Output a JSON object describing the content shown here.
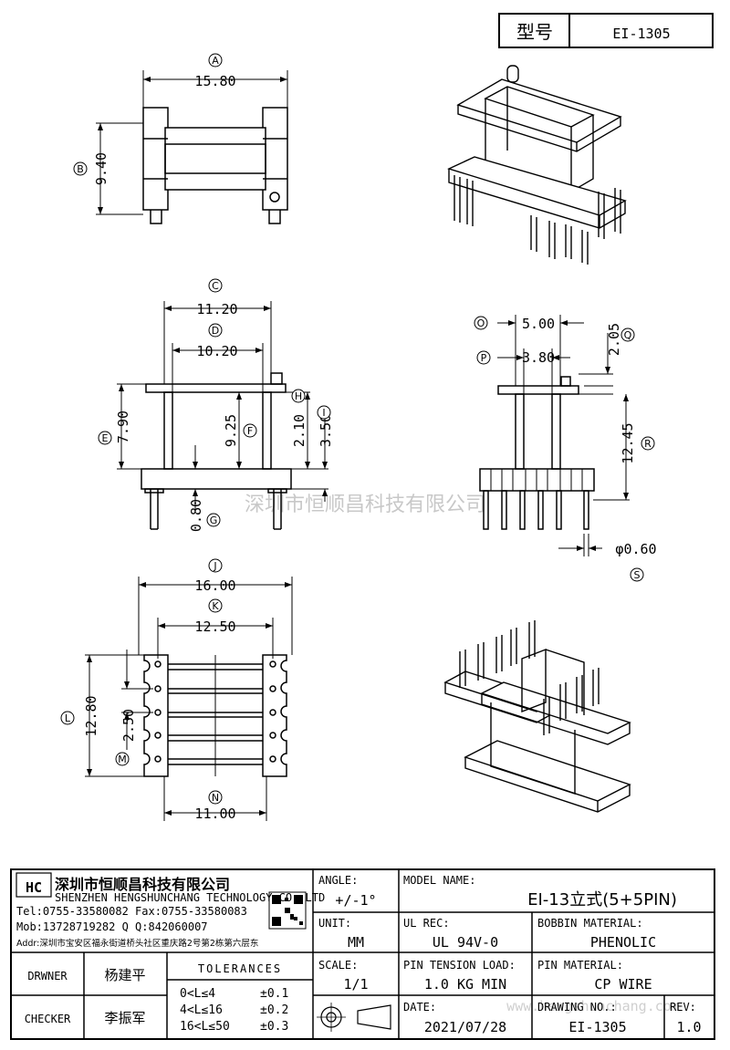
{
  "header": {
    "label": "型号",
    "value": "EI-1305"
  },
  "dims": {
    "A": "15.80",
    "B": "9.40",
    "C": "11.20",
    "D": "10.20",
    "E": "7.90",
    "F": "9.25",
    "G": "0.80",
    "H": "2.10",
    "I": "3.50",
    "J": "16.00",
    "K": "12.50",
    "L": "12.80",
    "M": "2.50",
    "N": "11.00",
    "O": "5.00",
    "P": "3.80",
    "Q": "2.05",
    "R": "12.45",
    "S": "φ0.60"
  },
  "letters": [
    "A",
    "B",
    "C",
    "D",
    "E",
    "F",
    "G",
    "H",
    "I",
    "J",
    "K",
    "L",
    "M",
    "N",
    "O",
    "P",
    "Q",
    "R",
    "S"
  ],
  "watermark": {
    "cn": "深圳市恒顺昌科技有限公司",
    "url": "www.hengshunchang.com"
  },
  "company": {
    "name_cn": "深圳市恒顺昌科技有限公司",
    "name_en": "SHENZHEN HENGSHUNCHANG TECHNOLOGY CO.,LTD",
    "tel": "Tel:0755-33580082 Fax:0755-33580083",
    "mob": "Mob:13728719282    Q Q:842060007",
    "addr": "Addr:深圳市宝安区福永街道桥头社区重庆路2号第2栋第六层东"
  },
  "people": {
    "drawer_label": "DRWNER",
    "drawer": "杨建平",
    "checker_label": "CHECKER",
    "checker": "李振军"
  },
  "tolerances": {
    "title": "TOLERANCES",
    "rows": [
      {
        "range": "0<L≤4",
        "value": "±0.1"
      },
      {
        "range": "4<L≤16",
        "value": "±0.2"
      },
      {
        "range": "16<L≤50",
        "value": "±0.3"
      }
    ]
  },
  "angle": {
    "label": "ANGLE:",
    "value": "+/-1°"
  },
  "unit": {
    "label": "UNIT:",
    "value": "MM"
  },
  "scale": {
    "label": "SCALE:",
    "value": "1/1"
  },
  "model": {
    "label": "MODEL NAME:",
    "value": "EI-13立式(5+5PIN)"
  },
  "ul": {
    "label": "UL REC:",
    "value": "UL 94V-0"
  },
  "bobbin": {
    "label": "BOBBIN MATERIAL:",
    "value": "PHENOLIC"
  },
  "tension": {
    "label": "PIN TENSION LOAD:",
    "value": "1.0 KG MIN"
  },
  "pin_mat": {
    "label": "PIN MATERIAL:",
    "value": "CP WIRE"
  },
  "date": {
    "label": "DATE:",
    "value": "2021/07/28"
  },
  "drawing_no": {
    "label": "DRAWING NO.:",
    "value": "EI-1305"
  },
  "rev": {
    "label": "REV:",
    "value": "1.0"
  }
}
